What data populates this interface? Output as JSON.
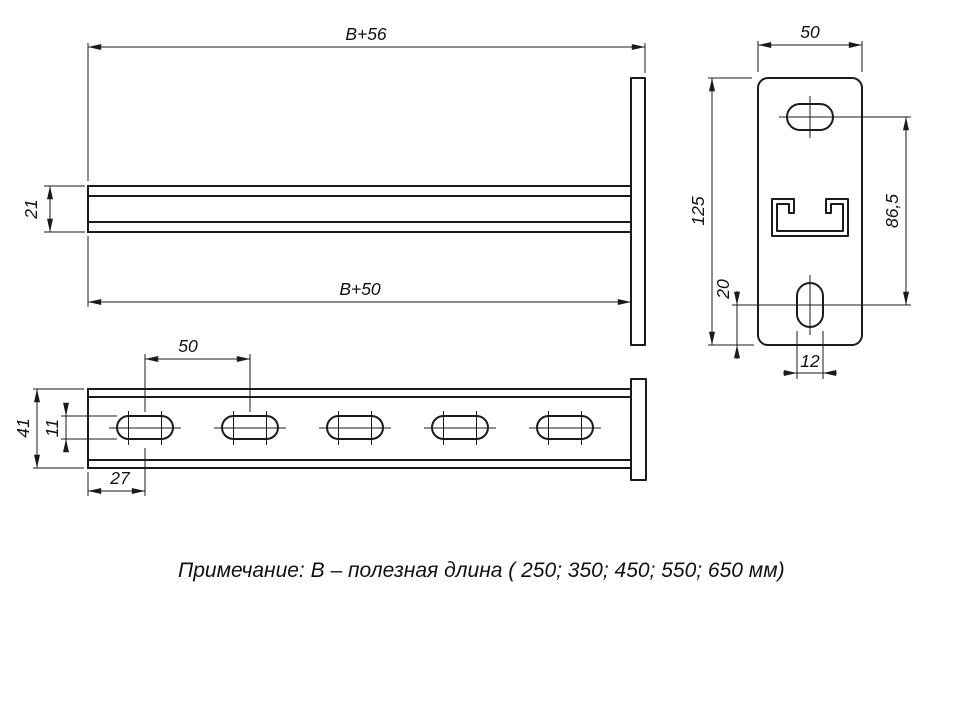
{
  "drawing": {
    "note": "Примечание: В – полезная длина ( 250; 350; 450; 550; 650 мм)",
    "side_view": {
      "overall_length": "B+56",
      "profile_height": "21",
      "useful_length": "B+50"
    },
    "front_view": {
      "width": "50",
      "height": "125",
      "hole_spacing": "86,5",
      "hole_edge_offset": "20",
      "slot_width": "12"
    },
    "plan_view": {
      "slot_pitch": "50",
      "width": "41",
      "slot_height": "11",
      "first_slot_offset": "27"
    }
  }
}
